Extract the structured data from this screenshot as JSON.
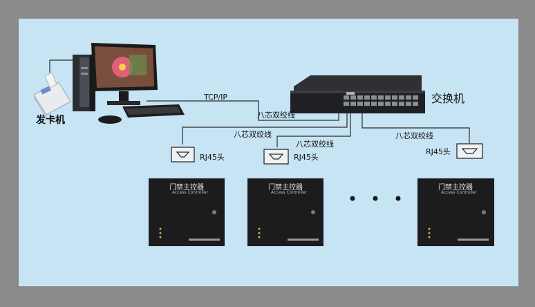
{
  "labels": {
    "card_issuer": "发卡机",
    "switch": "交换机",
    "tcp_ip": "TCP/IP",
    "twisted_pair": "八芯双绞线",
    "rj45": "RJ45头"
  },
  "controller": {
    "title_cn": "门禁主控器",
    "title_en": "Access Controller"
  },
  "ellipsis": "• • •"
}
